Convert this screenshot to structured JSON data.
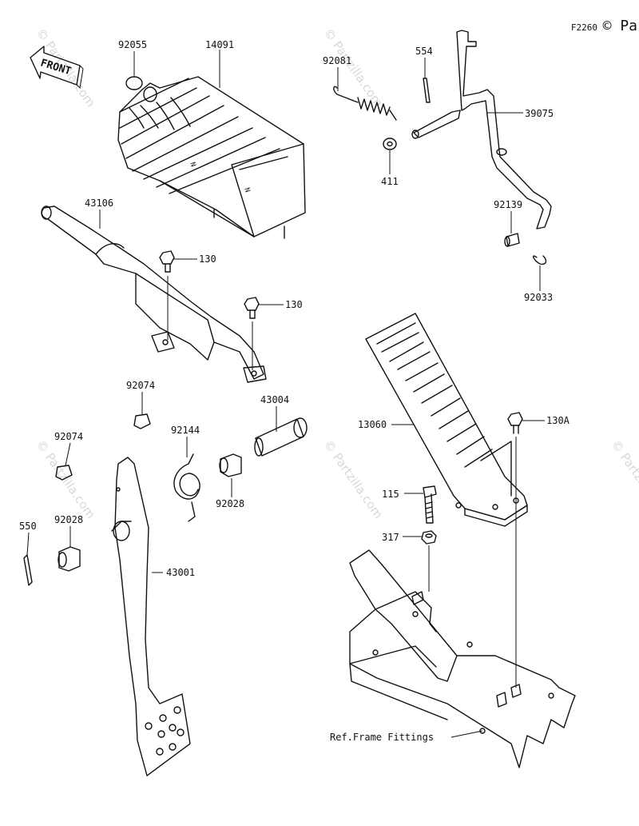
{
  "diagram": {
    "figure_code": "F2260",
    "copyright_mark": "© Pa",
    "front_label": "FRONT",
    "watermark_text": "© Partzilla.com",
    "ref_note": "Ref.Frame Fittings",
    "labels": {
      "p92055": "92055",
      "p14091": "14091",
      "p92081": "92081",
      "p554": "554",
      "p39075": "39075",
      "p411": "411",
      "p43106": "43106",
      "p130a": "130",
      "p130b": "130",
      "p92139": "92139",
      "p92033": "92033",
      "p92074a": "92074",
      "p43004": "43004",
      "p13060": "13060",
      "p130A": "130A",
      "p92074b": "92074",
      "p92144": "92144",
      "p92028a": "92028",
      "p115": "115",
      "p550": "550",
      "p92028b": "92028",
      "p317": "317",
      "p43001": "43001"
    }
  }
}
